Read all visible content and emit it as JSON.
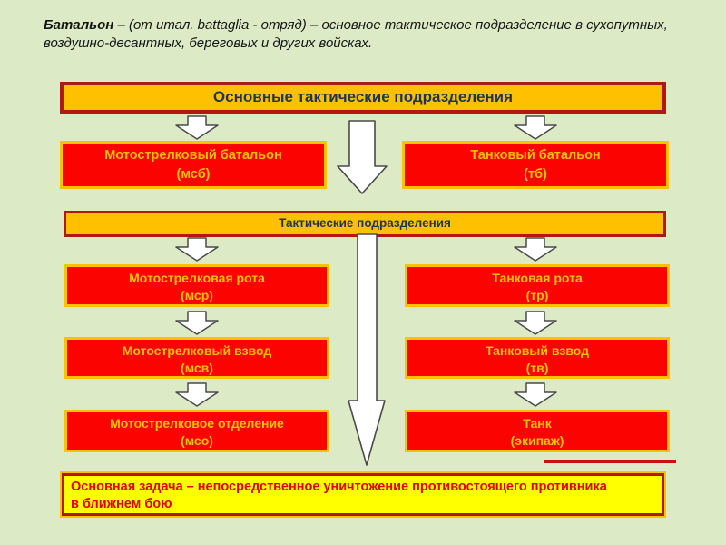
{
  "lead": {
    "term": "Батальон",
    "line1_rest": " – (от итал. battaglia - отряд) – основное тактическое подразделение в сухопутных,",
    "line2": "воздушно-десантных, береговых и других войсках."
  },
  "title_box": {
    "label": "Основные тактические подразделения"
  },
  "level1": {
    "left": {
      "name": "Мотострелковый батальон",
      "abbr": "(мсб)"
    },
    "right": {
      "name": "Танковый батальон",
      "abbr": "(тб)"
    }
  },
  "subtitle_box": {
    "label": "Тактические подразделения"
  },
  "left_column": [
    {
      "name": "Мотострелковая рота",
      "abbr": "(мср)"
    },
    {
      "name": "Мотострелковый взвод",
      "abbr": "(мсв)"
    },
    {
      "name": "Мотострелковое отделение",
      "abbr": "(мсо)"
    }
  ],
  "right_column": [
    {
      "name": "Танковая рота",
      "abbr": "(тр)"
    },
    {
      "name": "Танковый взвод",
      "abbr": "(тв)"
    },
    {
      "name": "Танк",
      "abbr": "(экипаж)"
    }
  ],
  "task_box": {
    "line1": "Основная задача – непосредственное уничтожение противостоящего противника",
    "line2": "в ближнем бою"
  },
  "colors": {
    "background": "#dcebc6",
    "gold_fill": "#ffc000",
    "dark_red_border": "#b01810",
    "red_fill": "#fa0300",
    "title_text": "#1f3556",
    "task_fill": "#ffff00",
    "task_text": "#e00000",
    "arrow_fill": "#ffffff",
    "arrow_outline": "#4a4a4a"
  }
}
